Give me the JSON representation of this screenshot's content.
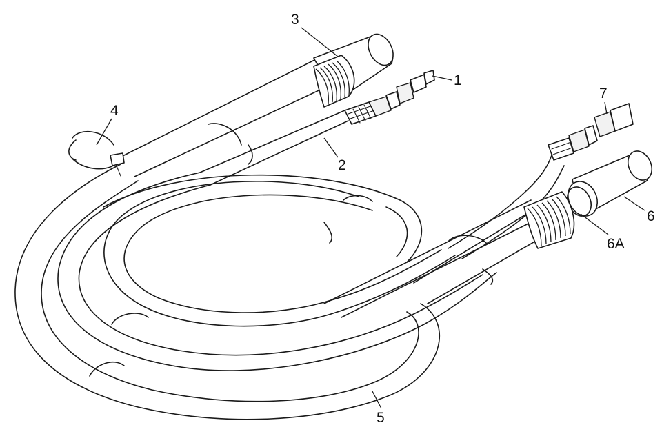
{
  "callouts": {
    "c1": "1",
    "c2": "2",
    "c3": "3",
    "c4": "4",
    "c5": "5",
    "c6": "6",
    "c6a": "6A",
    "c7": "7"
  }
}
